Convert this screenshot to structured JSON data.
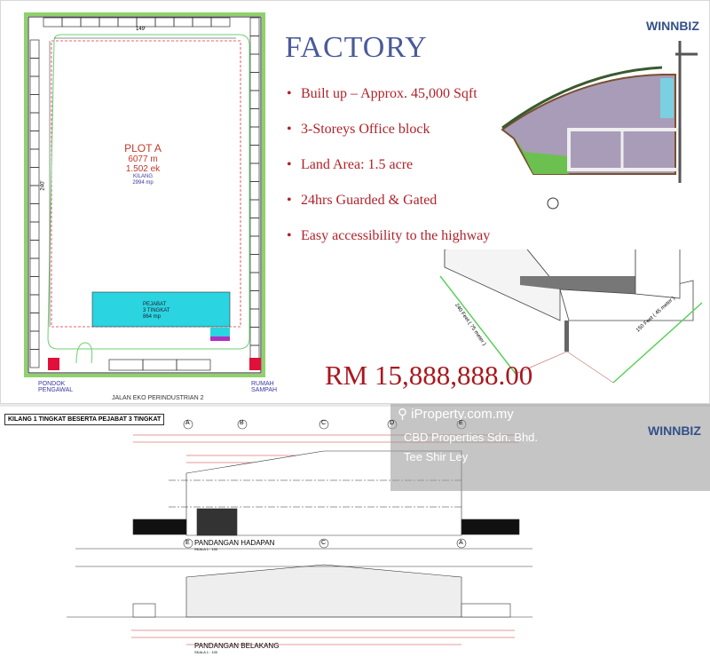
{
  "brand": "WINNBIZ",
  "site_plan": {
    "width_dim": "149'",
    "depth_dim": "240'",
    "plot_title": "PLOT A",
    "plot_area_m": "6077 m",
    "plot_area_ek": "1.502 ek",
    "factory_label": "KILANG",
    "factory_area": "2994 mp",
    "office_label": "PEJABAT",
    "office_floors": "3 TINGKAT",
    "office_area": "864 mp",
    "guard_house": "PONDOK\nPENGAWAL",
    "refuse_house": "RUMAH\nSAMPAH",
    "road": "JALAN EKO PERINDUSTRIAN 2",
    "colors": {
      "boundary": "#8fd16a",
      "office": "#2ad4e0",
      "bin": "#e0103a",
      "plot_text": "#c0392b"
    }
  },
  "heading": "FACTORY",
  "bullets": [
    "Built up – Approx. 45,000 Sqft",
    "3-Storeys Office block",
    "Land Area: 1.5 acre",
    "24hrs Guarded & Gated",
    "Easy accessibility to the highway"
  ],
  "perspective": {
    "length_label": "240 Feet ( 75 meter )",
    "width_label": "150 Feet ( 45 meter )"
  },
  "price": "RM 15,888,888.00",
  "watermark": {
    "site": "iProperty.com.my",
    "agency": "CBD Properties Sdn. Bhd.",
    "agent": "Tee Shir Ley"
  },
  "elevations": {
    "sheet_title": "KILANG 1 TINGKAT BESERTA PEJABAT 3 TINGKAT",
    "front_grid": [
      "A",
      "B",
      "C",
      "D",
      "E"
    ],
    "front_title": "PANDANGAN HADAPAN",
    "rear_grid": [
      "E",
      "C",
      "A"
    ],
    "rear_title": "PANDANGAN BELAKANG",
    "scale": "SKALA 1 : 100"
  }
}
